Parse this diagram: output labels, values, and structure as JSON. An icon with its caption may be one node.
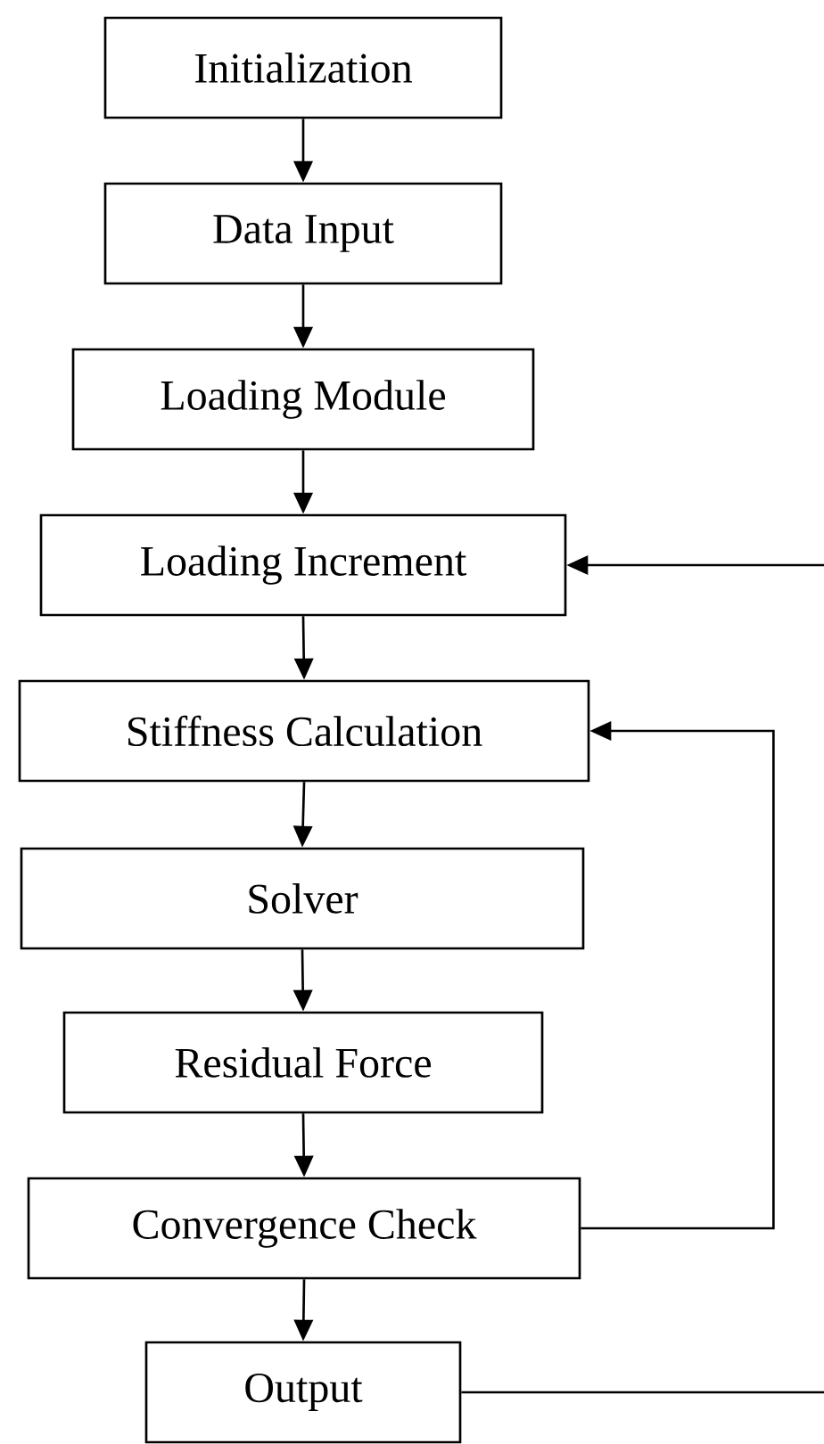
{
  "diagram": {
    "nodes": [
      {
        "text": [
          "Initialization"
        ]
      },
      {
        "text": [
          "Data Input"
        ]
      },
      {
        "text": [
          "Loading Module"
        ]
      },
      {
        "text": [
          "Loading Increment"
        ]
      },
      {
        "text": [
          "Stiffness Calculation"
        ]
      },
      {
        "text": [
          "Solver"
        ]
      },
      {
        "text": [
          "Residual Force"
        ]
      },
      {
        "text": [
          "Convergence Check"
        ]
      },
      {
        "text": [
          "Output"
        ]
      }
    ],
    "edges": [
      {
        "from": 0,
        "to": 1,
        "arrow": "to"
      },
      {
        "from": 1,
        "to": 2,
        "arrow": "to"
      },
      {
        "from": 2,
        "to": 3,
        "arrow": "to"
      },
      {
        "from": 3,
        "to": 4,
        "arrow": "to"
      },
      {
        "from": 4,
        "to": 5,
        "arrow": "to"
      },
      {
        "from": 5,
        "to": 6,
        "arrow": "to"
      },
      {
        "from": 6,
        "to": 7,
        "arrow": "to"
      },
      {
        "from": 7,
        "to": 8,
        "arrow": "to"
      },
      {
        "from": 7,
        "to": 4,
        "arrow": "to"
      },
      {
        "from": 8,
        "to": 3,
        "arrow": "to"
      }
    ]
  }
}
